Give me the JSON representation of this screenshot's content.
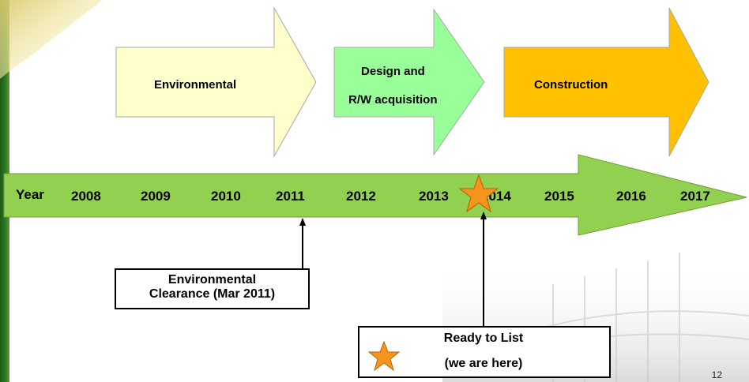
{
  "phases": {
    "environmental": "Environmental",
    "design_line1": "Design and",
    "design_line2": "R/W acquisition",
    "construction": "Construction"
  },
  "timeline": {
    "label": "Year",
    "years": [
      "2008",
      "2009",
      "2010",
      "2011",
      "2012",
      "2013",
      "2014",
      "2015",
      "2016",
      "2017"
    ]
  },
  "callouts": {
    "env_clearance_line1": "Environmental",
    "env_clearance_line2": "Clearance (Mar 2011)",
    "ready_line1": "Ready to List",
    "ready_line2": "(we are here)"
  },
  "page_number": "12",
  "colors": {
    "timeline_arrow": "#92d050",
    "environmental_arrow": "#ffffcc",
    "design_arrow": "#99ff99",
    "construction_arrow": "#ffc000",
    "star": "#f7941d",
    "side_bar": "#2e6b1f"
  }
}
